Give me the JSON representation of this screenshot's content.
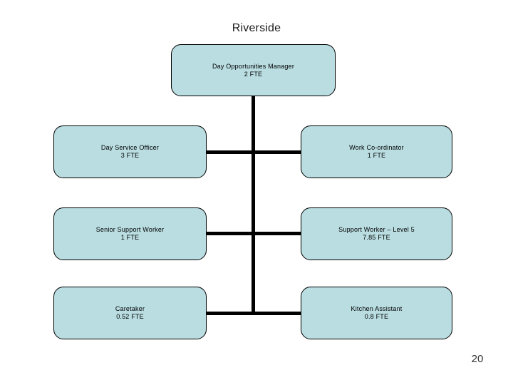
{
  "slide": {
    "title": "Riverside",
    "page_number": "20"
  },
  "org_chart": {
    "root": {
      "title": "Day Opportunities Manager",
      "fte": "2 FTE"
    },
    "left_column": [
      {
        "title": "Day Service Officer",
        "fte": "3 FTE"
      },
      {
        "title": "Senior Support Worker",
        "fte": "1 FTE"
      },
      {
        "title": "Caretaker",
        "fte": "0.52 FTE"
      }
    ],
    "right_column": [
      {
        "title": "Work Co-ordinator",
        "fte": "1 FTE"
      },
      {
        "title": "Support Worker – Level 5",
        "fte": "7.85 FTE"
      },
      {
        "title": "Kitchen Assistant",
        "fte": "0.8 FTE"
      }
    ],
    "colors": {
      "box_fill": "#b9dde1",
      "box_border": "#000000",
      "connector": "#000000",
      "background": "#ffffff"
    }
  }
}
